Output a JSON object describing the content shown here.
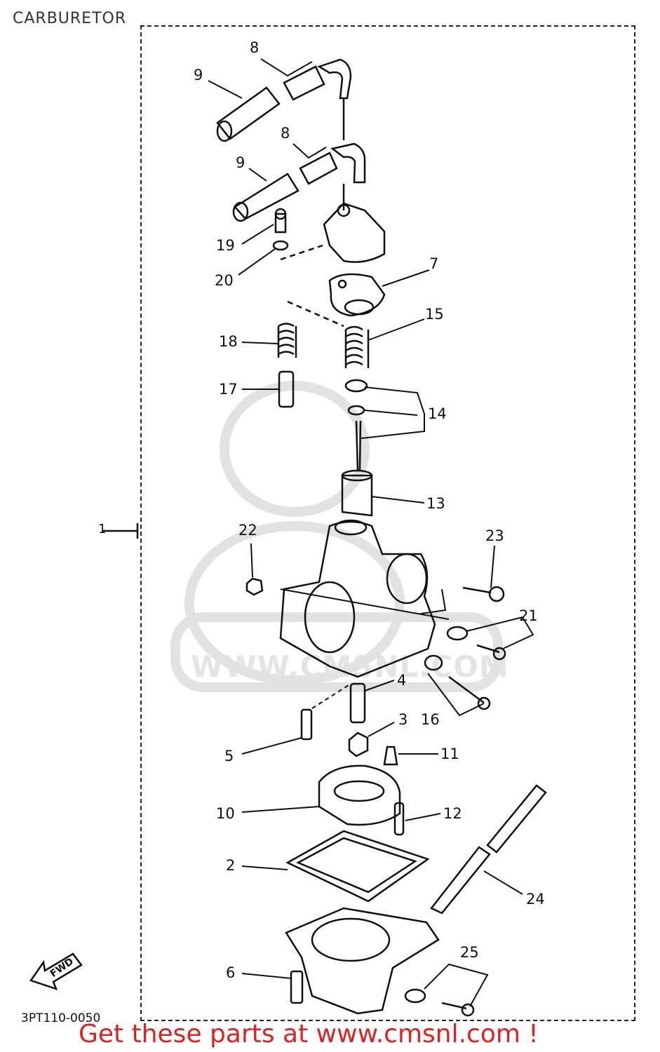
{
  "title": "CARBURETOR",
  "part_number": "3PT110-0050",
  "cta": "Get these parts at www.cmsnl.com !",
  "watermark": "WWW.CMSNL.COM",
  "fwd_label": "FWD",
  "assembly_ref": "1",
  "callouts": {
    "c8a": "8",
    "c9a": "9",
    "c8b": "8",
    "c9b": "9",
    "c19": "19",
    "c20": "20",
    "c7": "7",
    "c15": "15",
    "c18": "18",
    "c17": "17",
    "c14": "14",
    "c13": "13",
    "c22": "22",
    "c23": "23",
    "c21": "21",
    "c4": "4",
    "c3": "3",
    "c16": "16",
    "c5": "5",
    "c11": "11",
    "c10": "10",
    "c12": "12",
    "c2": "2",
    "c24": "24",
    "c25": "25",
    "c6": "6"
  },
  "colors": {
    "cta": "#e02020",
    "line": "#111111",
    "watermark": "#e4e4e4"
  }
}
